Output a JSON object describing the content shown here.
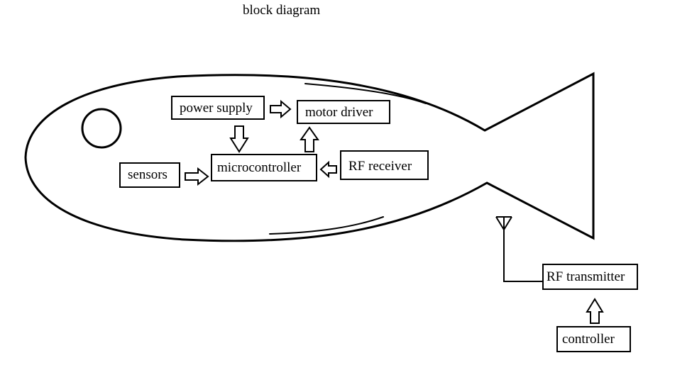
{
  "title": "block diagram",
  "blocks": {
    "power_supply": "power supply",
    "motor_driver": "motor driver",
    "microcontroller": "microcontroller",
    "sensors": "sensors",
    "rf_receiver": "RF receiver",
    "rf_transmitter": "RF transmitter",
    "controller": "controller"
  },
  "colors": {
    "stroke": "#000000",
    "background": "#ffffff"
  }
}
